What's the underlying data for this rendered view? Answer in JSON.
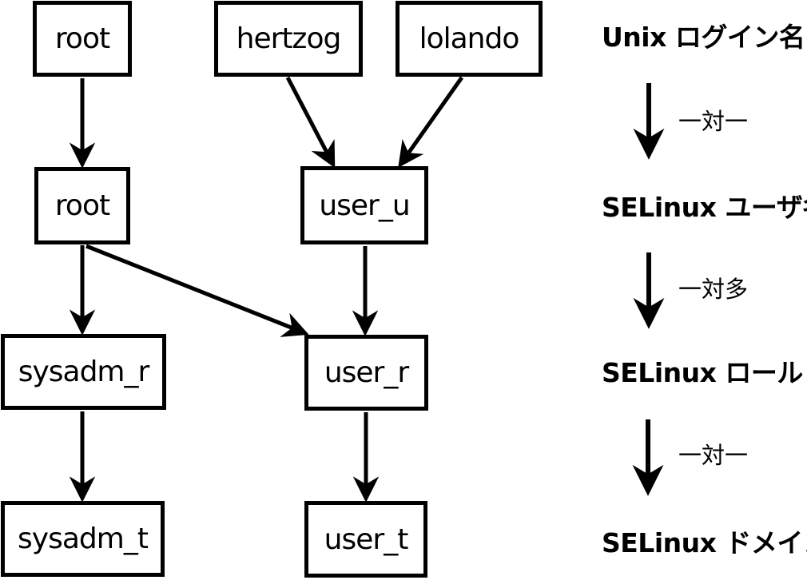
{
  "figure": {
    "background": "#ffffff",
    "line_color": "#000000"
  },
  "nodes": {
    "login_root": "root",
    "login_hertzog": "hertzog",
    "login_lolando": "lolando",
    "selinux_user_root": "root",
    "selinux_user_user_u": "user_u",
    "role_sysadm_r": "sysadm_r",
    "role_user_r": "user_r",
    "domain_sysadm_t": "sysadm_t",
    "domain_user_t": "user_t"
  },
  "legend": {
    "levels": {
      "unix_login": "Unix ログイン名",
      "selinux_user": "SELinux ユーザ名",
      "selinux_role": "SELinux ロール",
      "selinux_domain": "SELinux ドメイン"
    },
    "relations": {
      "login_to_user": "一対一",
      "user_to_role": "一対多",
      "role_to_domain": "一対一"
    }
  }
}
